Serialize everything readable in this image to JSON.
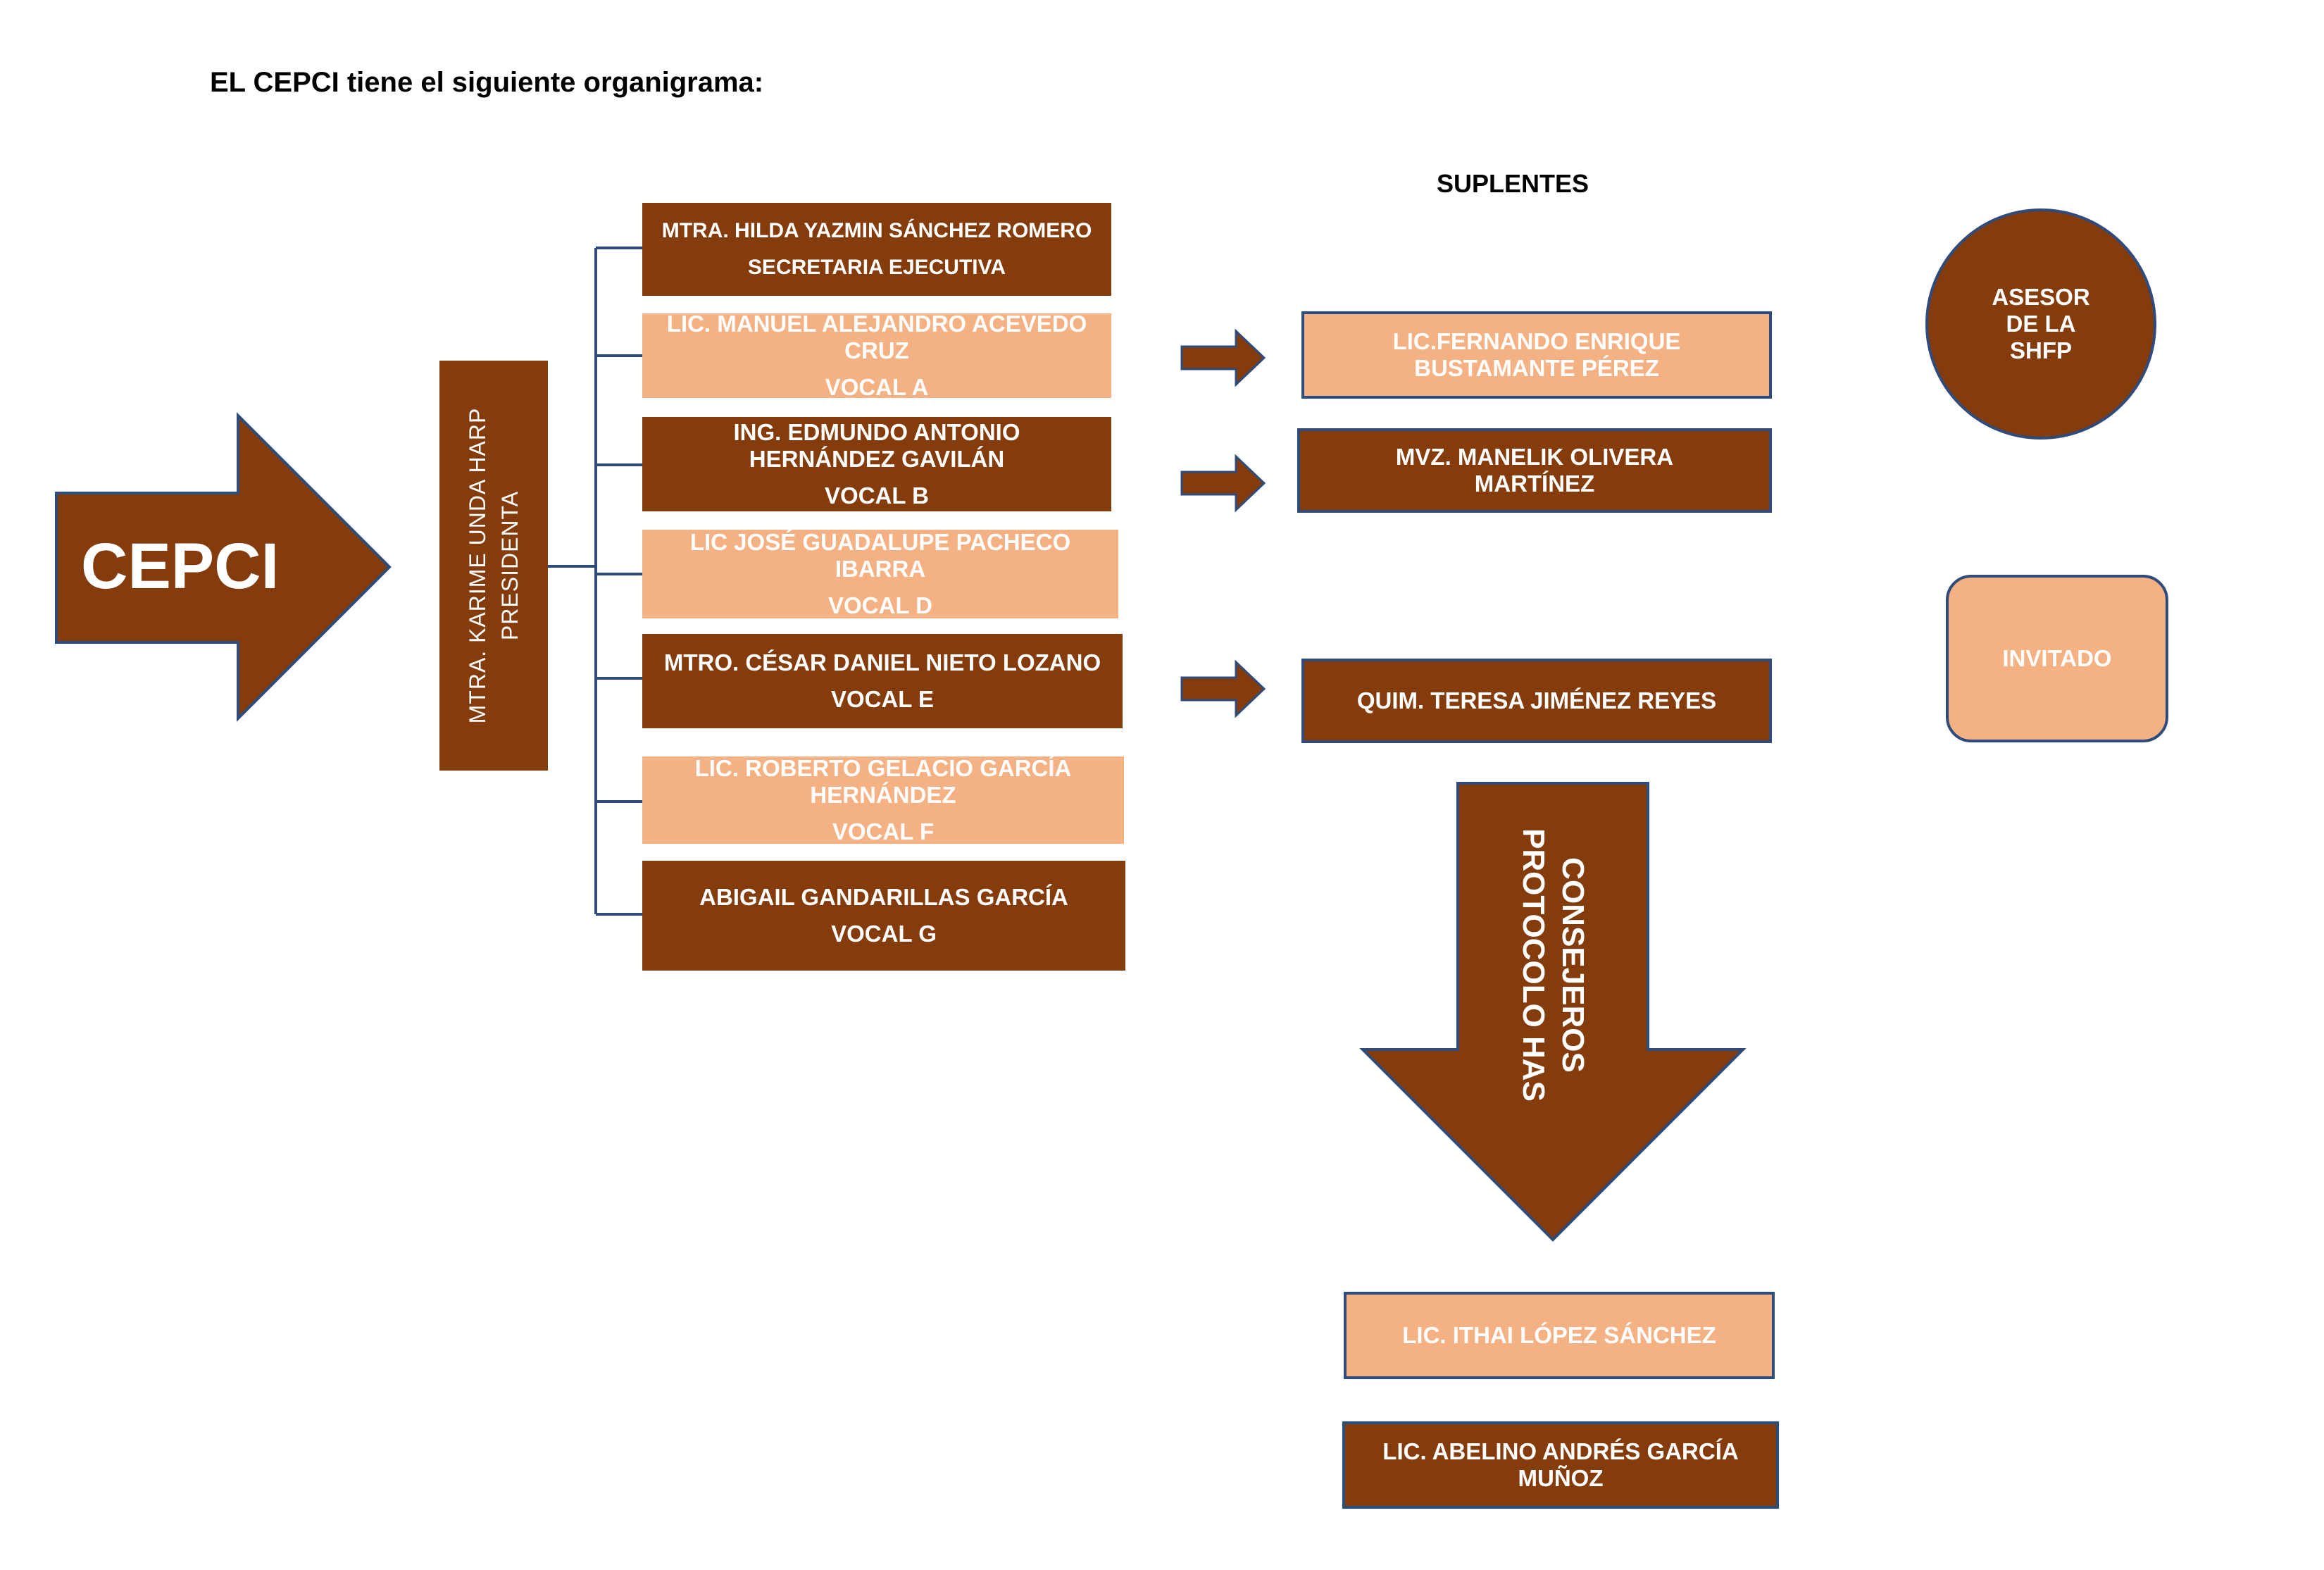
{
  "intro": "EL CEPCI tiene el siguiente organigrama:",
  "suplentes_header": "SUPLENTES",
  "main_arrow": "CEPCI",
  "president": {
    "name": "MTRA. KARIME UNDA HARP",
    "role": "PRESIDENTA"
  },
  "members": [
    {
      "name": "MTRA. HILDA YAZMIN SÁNCHEZ ROMERO",
      "role": "SECRETARIA EJECUTIVA"
    },
    {
      "name_l1": "LIC. MANUEL ALEJANDRO ACEVEDO",
      "name_l2": "CRUZ",
      "role": "VOCAL A"
    },
    {
      "name_l1": "ING. EDMUNDO ANTONIO",
      "name_l2": "HERNÁNDEZ GAVILÁN",
      "role": "VOCAL B"
    },
    {
      "name_l1": "LIC JOSÉ GUADALUPE PACHECO",
      "name_l2": "IBARRA",
      "role": "VOCAL D"
    },
    {
      "name": "MTRO. CÉSAR DANIEL NIETO LOZANO",
      "role": "VOCAL E"
    },
    {
      "name_l1": "LIC. ROBERTO GELACIO GARCÍA",
      "name_l2": "HERNÁNDEZ",
      "role": "VOCAL F"
    },
    {
      "name": "ABIGAIL GANDARILLAS GARCÍA",
      "role": "VOCAL G"
    }
  ],
  "suplentes": [
    {
      "l1": "LIC.FERNANDO ENRIQUE",
      "l2": "BUSTAMANTE PÉREZ"
    },
    {
      "l1": "MVZ. MANELIK OLIVERA",
      "l2": "MARTÍNEZ"
    },
    {
      "l1": "QUIM. TERESA JIMÉNEZ REYES"
    }
  ],
  "down_arrow": {
    "l1": "CONSEJEROS",
    "l2": "PROTOCOLO HAS"
  },
  "protocol": [
    {
      "l1": "LIC. ITHAI LÓPEZ SÁNCHEZ"
    },
    {
      "l1": "LIC. ABELINO ANDRÉS GARCÍA",
      "l2": "MUÑOZ"
    }
  ],
  "asesor": {
    "l1": "ASESOR",
    "l2": "DE LA",
    "l3": "SHFP"
  },
  "invitado": "INVITADO",
  "colors": {
    "dark": "#843c0c",
    "light": "#f4b183",
    "outline": "#2f4b7c",
    "connector": "#2f4b7c"
  },
  "icons": [
    "right-arrow-icon",
    "down-arrow-icon"
  ]
}
